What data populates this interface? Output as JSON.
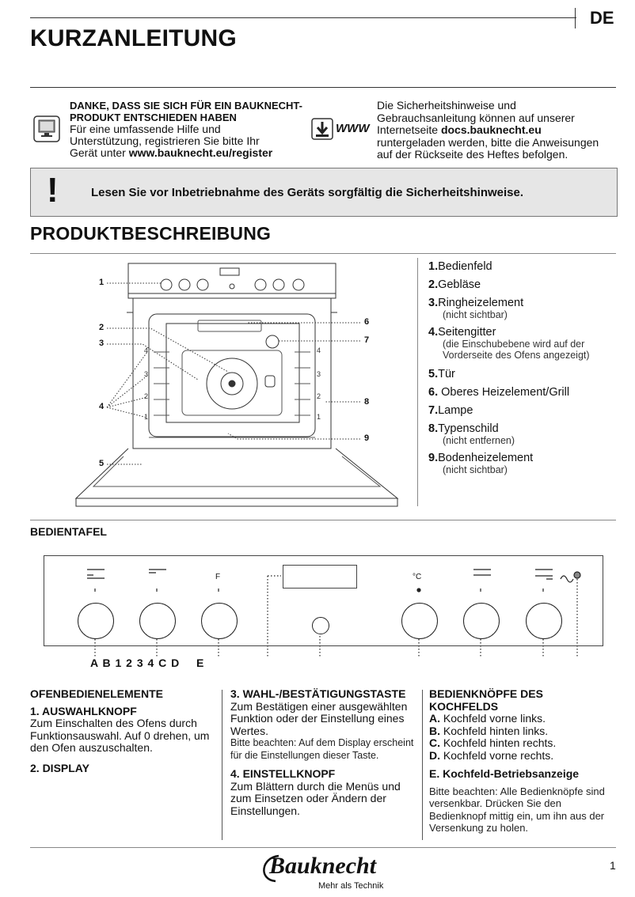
{
  "header": {
    "lang": "DE",
    "title": "KURZANLEITUNG"
  },
  "intro": {
    "left_title_line1": "DANKE, DASS SIE SICH FÜR EIN BAUKNECHT-",
    "left_title_line2": "PRODUKT ENTSCHIEDEN HABEN",
    "left_line1": "Für eine umfassende Hilfe und",
    "left_line2": "Unterstützung, registrieren Sie bitte Ihr",
    "left_line3_pre": "Gerät unter ",
    "left_link": "www.bauknecht.eu/register",
    "www_label": "WWW",
    "right_line1": "Die Sicherheitshinweise und",
    "right_line2": "Gebrauchsanleitung können auf unserer",
    "right_line3_pre": "Internetseite ",
    "right_link": "docs.bauknecht.eu",
    "right_line4": "runtergeladen werden, bitte die Anweisungen",
    "right_line5": "auf der Rückseite des Heftes befolgen."
  },
  "warning": {
    "symbol": "!",
    "text": "Lesen Sie vor Inbetriebnahme des Geräts sorgfältig die Sicherheitshinweise."
  },
  "product": {
    "title": "PRODUKTBESCHREIBUNG",
    "callouts": [
      "1",
      "2",
      "3",
      "4",
      "5",
      "6",
      "7",
      "8",
      "9"
    ],
    "rack_levels": [
      "4",
      "3",
      "2",
      "1"
    ],
    "items": [
      {
        "num": "1.",
        "label": "Bedienfeld",
        "sub": ""
      },
      {
        "num": "2.",
        "label": "Gebläse",
        "sub": ""
      },
      {
        "num": "3.",
        "label": "Ringheizelement",
        "sub": "(nicht sichtbar)"
      },
      {
        "num": "4.",
        "label": "Seitengitter",
        "sub": "(die Einschubebene wird auf der Vorderseite des Ofens angezeigt)"
      },
      {
        "num": "5.",
        "label": "Tür",
        "sub": ""
      },
      {
        "num": "6.",
        "label": " Oberes Heizelement/Grill",
        "sub": ""
      },
      {
        "num": "7.",
        "label": "Lampe",
        "sub": ""
      },
      {
        "num": "8.",
        "label": "Typenschild",
        "sub": "(nicht entfernen)"
      },
      {
        "num": "9.",
        "label": "Bodenheizelement",
        "sub": "(nicht sichtbar)"
      }
    ]
  },
  "panel": {
    "title": "BEDIENTAFEL",
    "f_label": "F",
    "temp_label": "°C",
    "letters": "A B 1 2 3 4 C D",
    "letter_e": "E"
  },
  "columns": {
    "c1_title": "OFENBEDIENELEMENTE",
    "c1_h1": "1. AUSWAHLKNOPF",
    "c1_t1": "Zum Einschalten des Ofens durch Funktionsauswahl. Auf  0 drehen, um den Ofen auszuschalten.",
    "c1_h2": "2. DISPLAY",
    "c2_h1": "3. WAHL-/BESTÄTIGUNGSTASTE",
    "c2_t1": "Zum Bestätigen einer ausgewählten Funktion oder der Einstellung eines Wertes.",
    "c2_note": "Bitte beachten: Auf dem Display erscheint  für die Einstellungen dieser Taste.",
    "c2_h2": "4. EINSTELLKNOPF",
    "c2_t2": "Zum Blättern durch die Menüs und zum Einsetzen oder Ändern der Einstellungen.",
    "c3_title_line1": "BEDIENKNÖPFE DES",
    "c3_title_line2": "KOCHFELDS",
    "c3_items": [
      {
        "letter": "A.",
        "text": " Kochfeld vorne links."
      },
      {
        "letter": "B.",
        "text": " Kochfeld hinten links."
      },
      {
        "letter": "C.",
        "text": " Kochfeld hinten rechts."
      },
      {
        "letter": "D.",
        "text": " Kochfeld vorne rechts."
      }
    ],
    "c3_h2": "E. Kochfeld-Betriebsanzeige",
    "c3_note": "Bitte beachten: Alle Bedienknöpfe sind versenkbar. Drücken Sie den Bedienknopf mittig ein, um ihn aus der Versenkung zu holen."
  },
  "footer": {
    "brand": "Bauknecht",
    "slogan": "Mehr als Technik",
    "page": "1"
  }
}
